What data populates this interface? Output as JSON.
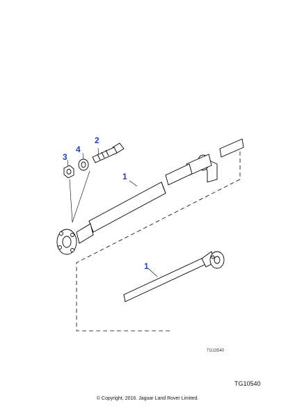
{
  "callouts": [
    {
      "id": "shaft-front",
      "label": "1"
    },
    {
      "id": "bolt",
      "label": "2"
    },
    {
      "id": "nut",
      "label": "3"
    },
    {
      "id": "washer",
      "label": "4"
    },
    {
      "id": "shaft-rear",
      "label": "1"
    }
  ],
  "image_ref_small": "TG10540",
  "image_ref": "TG10540",
  "copyright": "© Copyright, 2016. Jaguar Land Rover Limited.",
  "colors": {
    "callout": "#1f3fbf",
    "line": "#000000"
  }
}
